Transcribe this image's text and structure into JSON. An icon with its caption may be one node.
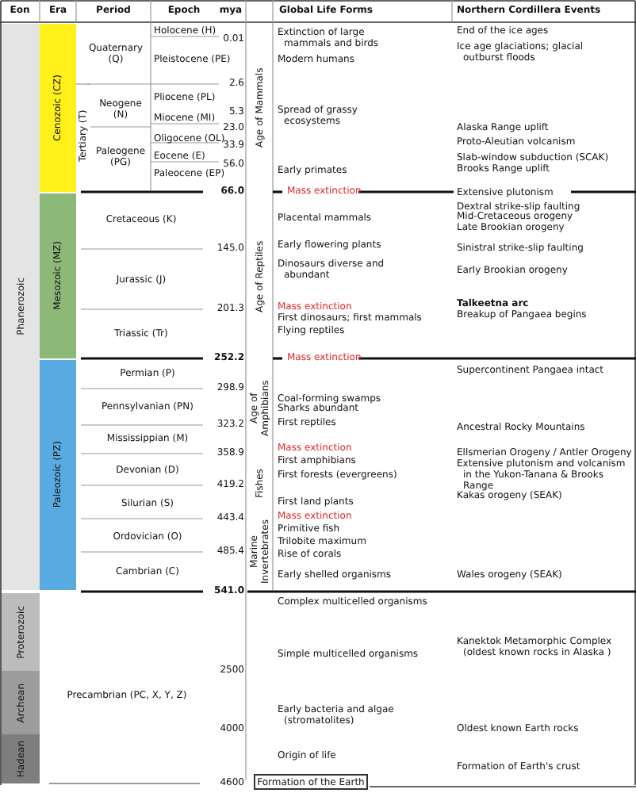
{
  "diagram": {
    "nodes": [
      {
        "text": [
          "Phanerozoic"
        ]
      },
      {
        "text": [
          "Cenozoic (CZ)"
        ]
      },
      {
        "text": [
          "Mesozoic (MZ)"
        ]
      },
      {
        "text": [
          "Paleozoic (PZ)"
        ]
      },
      {
        "text": [
          "Proterozoic"
        ]
      },
      {
        "text": [
          "Archean"
        ]
      },
      {
        "text": [
          "Hadean"
        ]
      },
      {
        "text": [
          "Formation of the Earth"
        ]
      }
    ],
    "labels": [
      "Eon",
      "Era",
      "Period",
      "Epoch",
      "mya",
      "Global Life Forms",
      "Northern Cordillera Events",
      "Holocene (H)",
      "0.01",
      "Extinction of large mammals and birds",
      "End of the ice ages",
      "Quaternary (Q)",
      "Pleistocene (PE)",
      "Modern humans",
      "Ice age glaciations; glacial outburst floods",
      "2.6",
      "Tertiary (T)",
      "Neogene (N)",
      "Pliocene (PL)",
      "Age of Mammals",
      "Spread of grassy ecosystems",
      "5.3",
      "Miocene (MI)",
      "23.0",
      "Alaska Range uplift",
      "Oligocene (OL)",
      "Proto-Aleutian volcanism",
      "33.9",
      "Paleogene (PG)",
      "Eocene (E)",
      "Slab-window subduction (SCAK)",
      "Brooks Range uplift",
      "56.0",
      "Paleocene (EP)",
      "Early primates",
      "66.0",
      "Mass extinction",
      "Extensive plutonism",
      "Dextral strike-slip faulting",
      "Mid-Cretaceous orogeny",
      "Cretaceous (K)",
      "Placental mammals",
      "Late Brookian orogeny",
      "Early flowering plants",
      "145.0",
      "Sinistral strike-slip faulting",
      "Age of Reptiles",
      "Dinosaurs diverse and abundant",
      "Early Brookian orogeny",
      "Jurassic (J)",
      "Talkeetna arc",
      "Mass extinction",
      "201.3",
      "Breakup of Pangaea begins",
      "First dinosaurs; first mammals",
      "Triassic (Tr)",
      "Flying reptiles",
      "252.2",
      "Mass extinction",
      "Supercontinent Pangaea intact",
      "Permian (P)",
      "298.9",
      "Coal-forming swamps",
      "Age of Amphibians",
      "Pennsylvanian (PN)",
      "Sharks abundant",
      "First reptiles",
      "323.2",
      "Ancestral Rocky Mountains",
      "Mississippian (M)",
      "Mass extinction",
      "358.9",
      "Ellsmerian Orogeny / Antler Orogeny",
      "First amphibians",
      "Extensive plutonism and volcanism in the Yukon-Tanana & Brooks Range",
      "Devonian (D)",
      "Fishes",
      "First forests (evergreens)",
      "Kakas orogeny (SEAK)",
      "419.2",
      "First land plants",
      "Silurian (S)",
      "Mass extinction",
      "443.4",
      "Primitive fish",
      "Ordovician (O)",
      "Trilobite maximum",
      "Marine Invertebrates",
      "485.4",
      "Rise of corals",
      "Cambrian (C)",
      "Early shelled organisms",
      "Wales orogeny (SEAK)",
      "541.0",
      "Complex multicelled organisms",
      "Kanektok Metamorphic Complex (oldest known rocks in Alaska )",
      "Simple multicelled organisms",
      "2500",
      "Precambrian (PC, X, Y, Z)",
      "Early bacteria and algae (stromatolites)",
      "4000",
      "Oldest known Earth rocks",
      "Origin of life",
      "Formation of Earth's crust",
      "4600"
    ]
  }
}
